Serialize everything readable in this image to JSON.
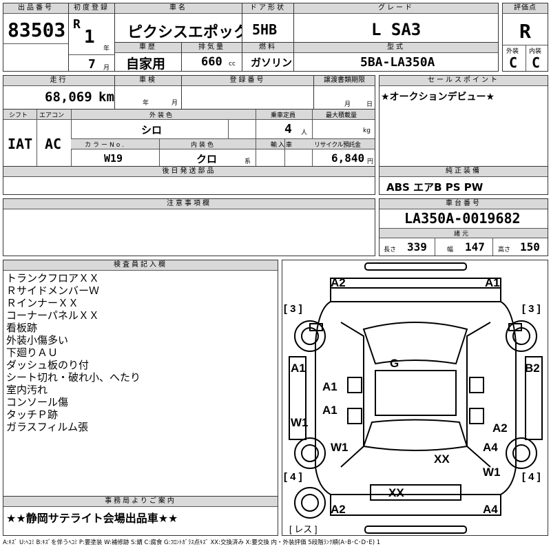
{
  "header": {
    "lot_label": "出品番号",
    "lot_number": "83503",
    "reg_label": "初度登録",
    "era": "R",
    "reg_year": "1",
    "year_unit": "年",
    "reg_month": "7",
    "month_unit": "月",
    "car_name_label": "車名",
    "car_name": "ピクシスエポック",
    "history_label": "車歴",
    "history": "自家用",
    "displacement_label": "排気量",
    "displacement": "660",
    "displacement_unit": "cc",
    "door_label": "ドア形状",
    "door": "5HB",
    "fuel_label": "燃料",
    "fuel": "ガソリン",
    "grade_label": "グレード",
    "grade": "L SA3",
    "model_label": "型式",
    "model": "5BA-LA350A",
    "score_label": "評価点",
    "score": "R",
    "ext_label": "外装",
    "ext_grade": "C",
    "int_label": "内装",
    "int_grade": "C"
  },
  "row2": {
    "mileage_label": "走行",
    "mileage": "68,069",
    "mileage_unit": "km",
    "inspection_label": "車検",
    "insp_year_unit": "年",
    "insp_month_unit": "月",
    "plate_label": "登録番号",
    "transfer_label": "譲渡書類期限",
    "transfer_month_unit": "月",
    "transfer_day_unit": "日",
    "sales_point_label": "セールスポイント",
    "sales_point": "★オークションデビュー★"
  },
  "row3": {
    "shift_label": "シフト",
    "shift": "IAT",
    "ac_label": "エアコン",
    "ac": "AC",
    "color_label": "外装色",
    "color": "シロ",
    "seats_label": "乗車定員",
    "seats": "4",
    "seats_unit": "人",
    "load_label": "最大積載量",
    "load_unit": "kg",
    "color_no_label": "カラーNo.",
    "color_no": "W19",
    "interior_label": "内装色",
    "interior": "クロ",
    "interior_suffix": "系",
    "import_label": "輸入車",
    "recycle_label": "リサイクル預託金",
    "recycle": "6,840",
    "recycle_unit": "円"
  },
  "later_parts_label": "後日発送部品",
  "equipment_label": "純正装備",
  "equipment": "ABS エアB PS PW",
  "notes_label": "注意事項欄",
  "chassis_label": "車台番号",
  "chassis": "LA350A-0019682",
  "dims_label": "諸元",
  "dims": {
    "length_label": "長さ",
    "length": "339",
    "width_label": "幅",
    "width": "147",
    "height_label": "高さ",
    "height": "150"
  },
  "inspector_label": "検査員記入欄",
  "inspector_notes": [
    "トランクフロアＸＸ",
    "ＲサイドメンバーＷ",
    "ＲインナーＸＸ",
    "コーナーパネルＸＸ",
    "看板跡",
    "外装小傷多い",
    "下廻りＡＵ",
    "ダッシュ板のり付",
    "シート切れ・破れ小、へたり",
    "室内汚れ",
    "コンソール傷",
    "タッチＰ跡",
    "ガラスフィルム張"
  ],
  "office_label": "事務局よりご案内",
  "office_note": "★★静岡サテライト会場出品車★★",
  "diagram": {
    "marks": [
      "A2",
      "A1",
      "A1",
      "B2",
      "A1",
      "A1",
      "G",
      "W1",
      "W1",
      "A2",
      "A4",
      "XX",
      "W1",
      "XX",
      "A2",
      "A4"
    ],
    "tires": [
      "[ 3 ]",
      "[ 3 ]",
      "[ 4 ]",
      "[ 4 ]"
    ],
    "spare": "[ レス ]"
  },
  "legend": "A:ｷｽﾞ U:ﾍｺﾐ B:ｷｽﾞを伴うﾍｺﾐ P:要塗装 W:補修跡 S:錆 C:腐食 G:ﾌﾛﾝﾄｶﾞﾗｽ点ｷｽﾞ XX:交換済み X:要交換 内・外装評価 5段階ﾗﾝｸ順(A･B･C･D･E) 1"
}
